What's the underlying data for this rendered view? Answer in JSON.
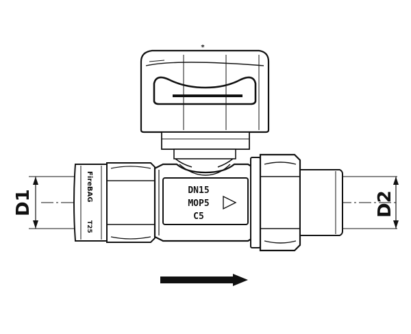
{
  "dimensions": {
    "inlet_label": "D1",
    "outlet_label": "D2"
  },
  "body_marking": {
    "line1": "DN15",
    "line2": "MOP5",
    "line3": "C5"
  },
  "handle_mark": "*",
  "brand_text": "FireBAG",
  "brand_code": "T25"
}
